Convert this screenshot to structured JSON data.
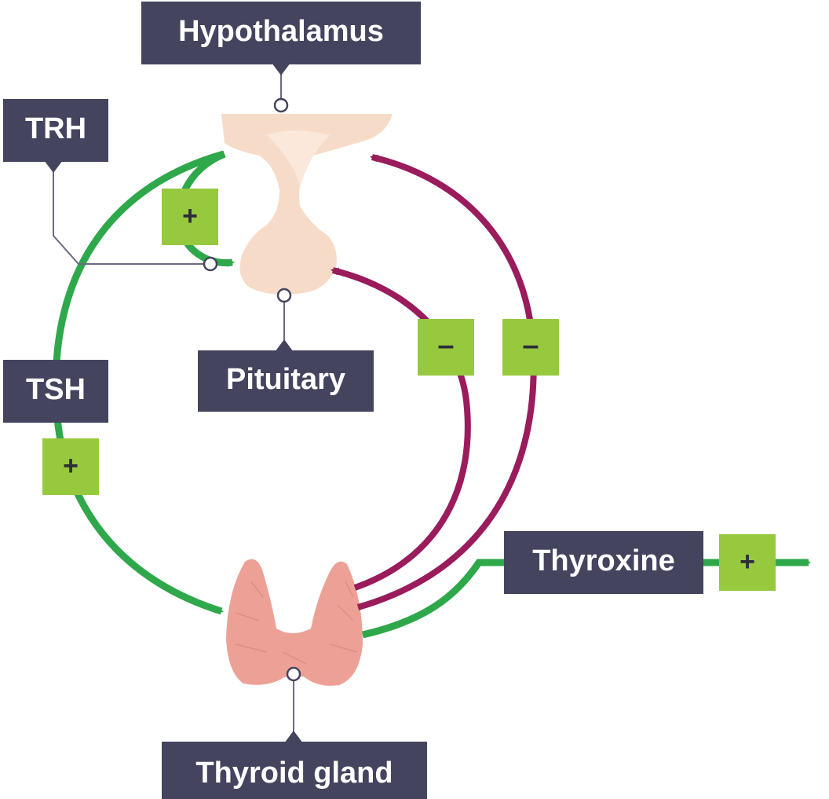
{
  "labels": {
    "hypothalamus": "Hypothalamus",
    "trh": "TRH",
    "pituitary": "Pituitary",
    "tsh": "TSH",
    "thyroxine": "Thyroxine",
    "thyroid_gland": "Thyroid gland"
  },
  "signs": {
    "trh_effect": "+",
    "tsh_effect": "+",
    "thyroxine_effect": "+",
    "feedback_pituitary": "–",
    "feedback_hypothalamus": "–"
  },
  "colors": {
    "stimulation_arrow": "#2ea84a",
    "inhibition_arrow": "#9a1c5c",
    "label_box": "#45445f",
    "sign_box": "#97c93e",
    "gland_pituitary": "#f6dcc8",
    "gland_thyroid": "#eda196"
  }
}
